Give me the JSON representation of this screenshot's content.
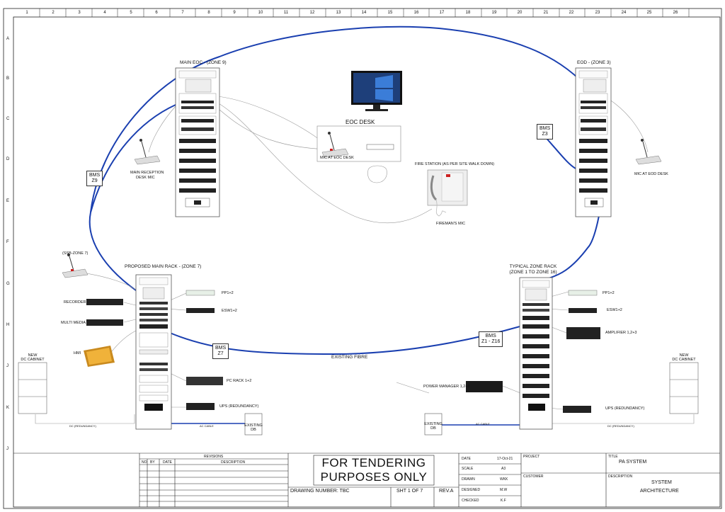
{
  "grid": {
    "columns": [
      "1",
      "2",
      "3",
      "4",
      "5",
      "6",
      "7",
      "8",
      "9",
      "10",
      "11",
      "12",
      "13",
      "14",
      "15",
      "16",
      "17",
      "18",
      "19",
      "20",
      "21",
      "22",
      "23",
      "24",
      "25",
      "26"
    ],
    "rows": [
      "A",
      "B",
      "C",
      "D",
      "E",
      "F",
      "G",
      "H",
      "J",
      "K",
      "J"
    ]
  },
  "labels": {
    "main_eoc": "MAIN EOC - (ZONE 9)",
    "eod": "EOD - (ZONE 3)",
    "eoc_desk": "EOC DESK",
    "mic_eoc_desk": "MIC AT EOC DESK",
    "fire_station": "FIRE STATION (AS PER SITE WALK DOWN)",
    "firemans_mic": "FIREMAN'S MIC",
    "main_reception": "MAIN RECEPTION",
    "desk_mic": "DESK MIC",
    "mic_eod_desk": "MIC AT EOD DESK",
    "ssb_zone": "(SSB-ZONE 7)",
    "proposed_main_rack": "PROPOSED MAIN RACK - (ZONE 7)",
    "typical_zone_rack_1": "TYPICAL ZONE RACK",
    "typical_zone_rack_2": "(ZONE 1 TO ZONE 16)",
    "recorder": "RECORDER",
    "multi_media": "MULTI MEDIA",
    "hmi": "HMI",
    "pp_left": "PP1+2",
    "esw_left": "ESW1+2",
    "pc_rack": "PC RACK 1+2",
    "ups_left": "UPS (REDUNDANCY)",
    "pp_right": "PP1+2",
    "esw_right": "ESW1+2",
    "amplifier": "AMPLIFIER 1,2+3",
    "power_manager": "POWER MANAGER 1,2+3",
    "ups_right": "UPS (REDUNDANCY)",
    "existing_fibre": "EXISTING FIBRE",
    "new_dc_cabinet_l1": "NEW",
    "new_dc_cabinet_l2": "DC CABINET",
    "new_dc_cabinet_r1": "NEW",
    "new_dc_cabinet_r2": "DC CABINET",
    "dc_redundancy_left": "DC (REDUNDANCY)",
    "dc_redundancy_right": "DC (REDUNDANCY)",
    "ac_cable_left": "AC CABLE",
    "ac_cable_right": "AC CABLE",
    "existing_db_l1": "EXISTING",
    "existing_db_l2": "DB",
    "existing_db_r1": "EXISTING",
    "existing_db_r2": "DB"
  },
  "bms": {
    "z9_l1": "BMS",
    "z9_l2": "Z9",
    "z3_l1": "BMS",
    "z3_l2": "Z3",
    "z7_l1": "BMS",
    "z7_l2": "Z7",
    "z1_l1": "BMS",
    "z1_l2": "Z1 - Z16"
  },
  "title_block": {
    "revisions": "REVISIONS",
    "no": "NO",
    "by": "BY",
    "date_col": "DATE",
    "description_col": "DESCRIPTION",
    "tender_l1": "FOR TENDERING",
    "tender_l2": "PURPOSES ONLY",
    "drawing_number": "DRAWING NUMBER: TBC",
    "sheet": "SHT 1 OF 7",
    "rev": "REV.A",
    "date_label": "DATE",
    "date_value": "17-Oct-21",
    "scale_label": "SCALE",
    "scale_value": "A3",
    "drawn_label": "DRAWN",
    "drawn_value": "WKK",
    "designed_label": "DESIGNED",
    "designed_value": "M.W",
    "checked_label": "CHECKED",
    "checked_value": "K.F",
    "project_label": "PROJECT",
    "customer_label": "CUSTOMER",
    "title_label": "TITLE",
    "title_value": "PA SYSTEM",
    "description_label": "DESCRIPTION",
    "description_l1": "SYSTEM",
    "description_l2": "ARCHITECTURE"
  }
}
